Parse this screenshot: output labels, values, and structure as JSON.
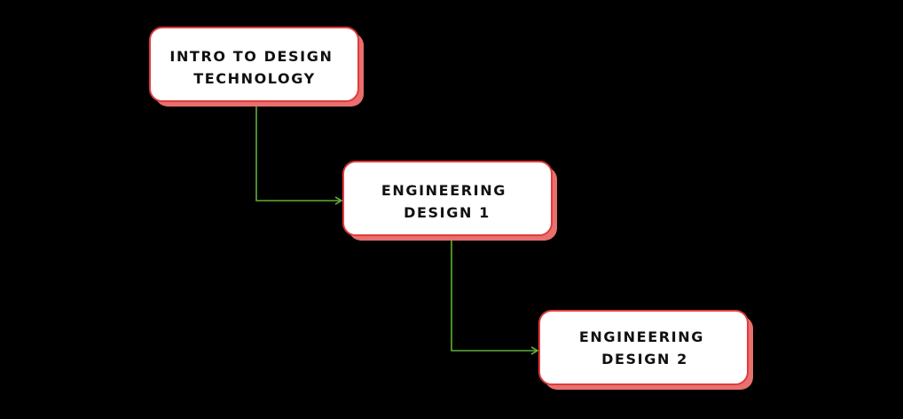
{
  "colors": {
    "background": "#000000",
    "box_fill": "#ffffff",
    "box_border": "#e03c3c",
    "box_shadow": "#e8706e",
    "text": "#111111",
    "connector": "#5fae3a"
  },
  "nodes": [
    {
      "lines": [
        "INTRO TO DESIGN",
        "TECHNOLOGY"
      ]
    },
    {
      "lines": [
        "ENGINEERING",
        "DESIGN 1"
      ]
    },
    {
      "lines": [
        "ENGINEERING",
        "DESIGN 2"
      ]
    }
  ],
  "edges": [
    {
      "from": 0,
      "to": 1
    },
    {
      "from": 1,
      "to": 2
    }
  ]
}
